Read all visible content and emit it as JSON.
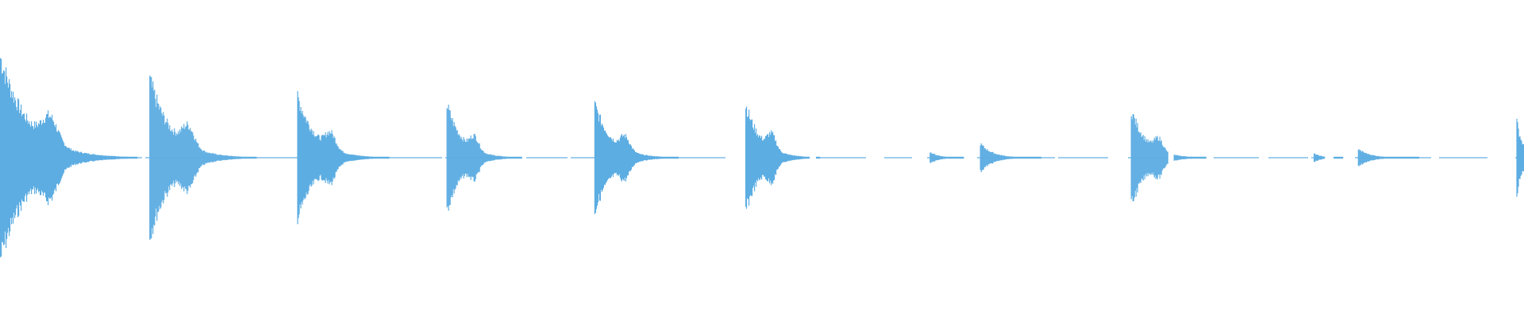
{
  "waveform": {
    "color": "#5dade2",
    "background": "#ffffff",
    "amplitude_peaks": [
      {
        "name": "hit-1",
        "time_frac": 0.0,
        "peak": 0.72,
        "decay": 0.018
      },
      {
        "name": "hit-2",
        "time_frac": 0.098,
        "peak": 0.56,
        "decay": 0.014
      },
      {
        "name": "hit-3",
        "time_frac": 0.195,
        "peak": 0.44,
        "decay": 0.012
      },
      {
        "name": "hit-4",
        "time_frac": 0.293,
        "peak": 0.38,
        "decay": 0.01
      },
      {
        "name": "hit-5",
        "time_frac": 0.39,
        "peak": 0.38,
        "decay": 0.011
      },
      {
        "name": "hit-6",
        "time_frac": 0.488,
        "peak": 0.42,
        "decay": 0.01
      },
      {
        "name": "hit-7",
        "time_frac": 0.61,
        "peak": 0.04,
        "decay": 0.006
      },
      {
        "name": "hit-8",
        "time_frac": 0.643,
        "peak": 0.1,
        "decay": 0.008
      },
      {
        "name": "hit-9",
        "time_frac": 0.742,
        "peak": 0.34,
        "decay": 0.01
      },
      {
        "name": "hit-10",
        "time_frac": 0.862,
        "peak": 0.03,
        "decay": 0.005
      },
      {
        "name": "hit-11",
        "time_frac": 0.891,
        "peak": 0.06,
        "decay": 0.008
      },
      {
        "name": "hit-12",
        "time_frac": 0.995,
        "peak": 0.26,
        "decay": 0.004
      }
    ],
    "gaps": [
      [
        0.093,
        0.095
      ],
      [
        0.29,
        0.292
      ],
      [
        0.342,
        0.345
      ],
      [
        0.372,
        0.374
      ],
      [
        0.476,
        0.489
      ],
      [
        0.531,
        0.535
      ],
      [
        0.568,
        0.58
      ],
      [
        0.598,
        0.608
      ],
      [
        0.632,
        0.641
      ],
      [
        0.692,
        0.694
      ],
      [
        0.727,
        0.74
      ],
      [
        0.766,
        0.77
      ],
      [
        0.791,
        0.796
      ],
      [
        0.826,
        0.832
      ],
      [
        0.858,
        0.86
      ],
      [
        0.869,
        0.875
      ],
      [
        0.881,
        0.889
      ],
      [
        0.939,
        0.944
      ],
      [
        0.976,
        0.994
      ]
    ]
  }
}
